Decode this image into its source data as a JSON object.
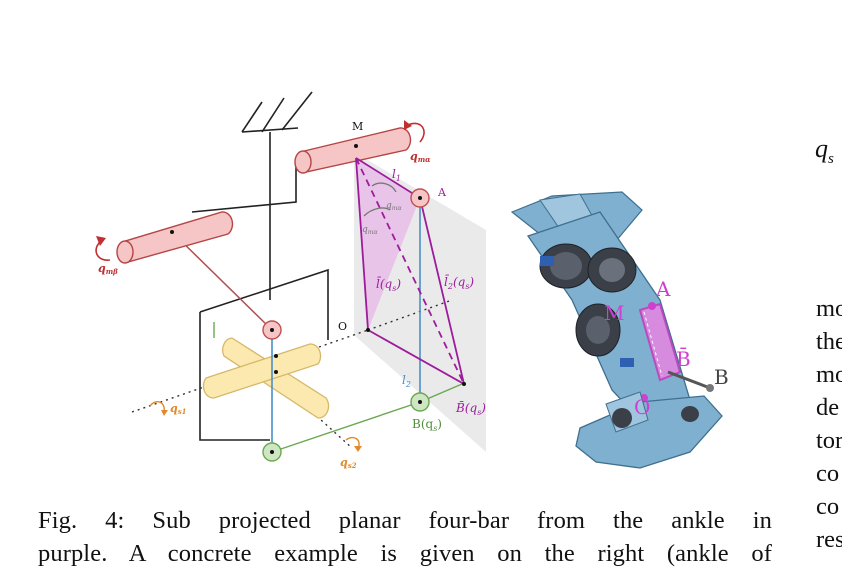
{
  "figure": {
    "labels": {
      "M": "M",
      "A": "A",
      "O": "O",
      "l1": "l",
      "l1_sub": "1",
      "l2": "l",
      "l2_sub": "2",
      "q_malpha": "q",
      "q_malpha_sub": "mα",
      "q_mbeta": "q",
      "q_mbeta_sub": "mβ",
      "q_malpha_small": "q",
      "q_malpha_small_sub": "mα",
      "q_mbeta_small": "q",
      "q_mbeta_small_sub": "mα",
      "lbar": "l̄(q",
      "lbar_sub": "s",
      "lbar_close": ")",
      "l2bar": "l̄",
      "l2bar_sub": "2",
      "l2bar_arg": "(q",
      "l2bar_arg_sub": "s",
      "l2bar_close": ")",
      "Bbar": "B̄(q",
      "Bbar_sub": "s",
      "Bbar_close": ")",
      "B": "B(q",
      "B_sub": "s",
      "B_close": ")",
      "q_s1": "q",
      "q_s1_sub": "s1",
      "q_s2": "q",
      "q_s2_sub": "s2"
    },
    "photo_labels": {
      "A": "A",
      "M": "M",
      "Bbar": "B̄",
      "B": "B",
      "O": "O"
    }
  },
  "caption": {
    "line1": "Fig. 4: Sub projected planar four-bar from the ankle in",
    "line2": "purple. A concrete example is given on the right (ankle of"
  },
  "right_column": {
    "math_q": "q",
    "math_sub": "s",
    "fragments": [
      "mo",
      "the",
      "mo",
      "de",
      "tor",
      "co",
      "co",
      "res"
    ]
  },
  "colors": {
    "purple": "#9c1c9c",
    "red_link": "#a03030",
    "pink_fill": "#f6c6c6",
    "yellow_fill": "#fbe9b0",
    "blue": "#4a90c8",
    "green": "#6aa84f",
    "orange": "#e08a2c",
    "robot_blue": "#7fb0cf"
  }
}
